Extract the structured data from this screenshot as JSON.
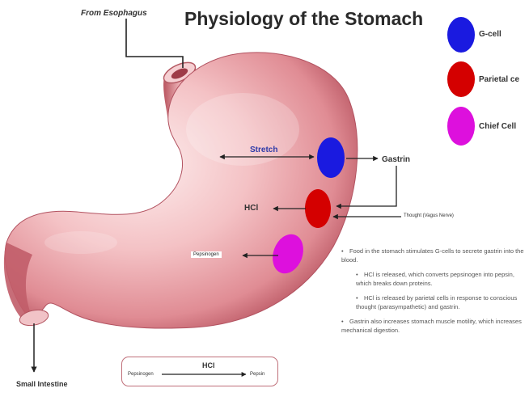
{
  "title": "Physiology of the Stomach",
  "labels": {
    "from_esophagus": "From Esophagus",
    "stretch": "Stretch",
    "gastrin": "Gastrin",
    "hcl": "HCl",
    "thought": "Thought (Vagus Nerve)",
    "pepsinogen": "Pepsinogen",
    "small_intestine": "Small Intestine"
  },
  "legend": [
    {
      "label": "G-cell",
      "color": "#1a1ae0"
    },
    {
      "label": "Parietal ce",
      "color": "#d40000"
    },
    {
      "label": "Chief Cell",
      "color": "#dd10dd"
    }
  ],
  "equation": {
    "catalyst": "HCl",
    "reactant": "Pepsinogen",
    "product": "Pepsin"
  },
  "notes": [
    {
      "text": "Food in the stomach stimulates G-cells to secrete gastrin into the blood.",
      "level": 0
    },
    {
      "text": "HCl is released, which converts pepsinogen into pepsin, which breaks down proteins.",
      "level": 1
    },
    {
      "text": "HCl is released by parietal cells in response to conscious thought (parasympathetic) and gastrin.",
      "level": 1
    },
    {
      "text": "Gastrin also increases stomach muscle motility, which increases mechanical digestion.",
      "level": 0
    }
  ],
  "colors": {
    "stomach": "#e8959c",
    "stomach_dark": "#b8505c",
    "stomach_light": "#fbe1e1",
    "border": "#c0707a"
  }
}
